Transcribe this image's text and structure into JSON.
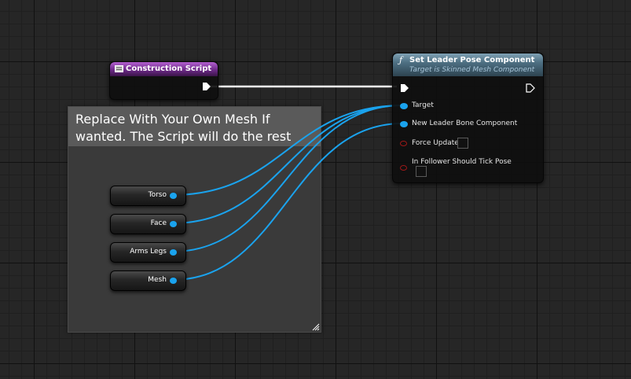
{
  "comment": {
    "text": "Replace With Your Own Mesh If wanted. The Script will do the rest"
  },
  "construction_node": {
    "title": "Construction Script",
    "header_color": "#6d2a88"
  },
  "set_leader_node": {
    "title": "Set Leader Pose Component",
    "subtitle": "Target is Skinned Mesh Component",
    "header_color": "#4d6f82",
    "pins": {
      "target": "Target",
      "new_leader": "New Leader Bone Component",
      "force_update": "Force Update",
      "follower_tick": "In Follower Should Tick Pose"
    }
  },
  "variables": [
    {
      "label": "Torso"
    },
    {
      "label": "Face"
    },
    {
      "label": "Arms Legs"
    },
    {
      "label": "Mesh"
    }
  ],
  "colors": {
    "object_pin": "#1aa3ee",
    "bool_pin": "#a01818",
    "exec_wire": "#ffffff"
  }
}
